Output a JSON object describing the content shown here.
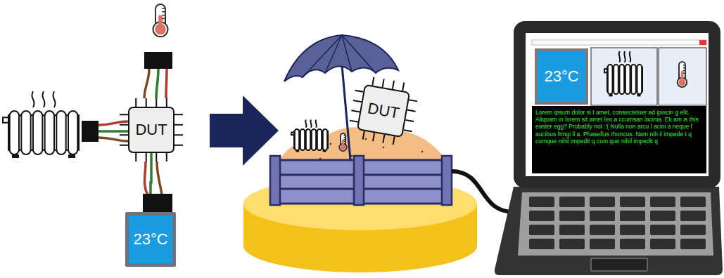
{
  "diagram": {
    "nodes": [
      {
        "text": [
          "DUT"
        ]
      },
      {
        "text": [
          "23°C"
        ]
      },
      {
        "text": [
          "DUT"
        ]
      },
      {
        "text": [
          "23°C"
        ]
      },
      {
        "text": [
          "Lorem ipsum dolor si t amet, consectetuer ad ipiscin g elit. Aliquam in lorem sit amet leo a ccumsan lacinia. Eti am is this easter egg? Probably not :'( Nulla non arcu l acini a neque f aucibus fringi ll a. Phasellus rhoncus. Nam nih il impede t q cumque nihil impedit q cum que nihil impedit q"
        ]
      }
    ],
    "edges": [
      {
        "from": 0,
        "to": 1,
        "arrow": "none"
      }
    ]
  }
}
